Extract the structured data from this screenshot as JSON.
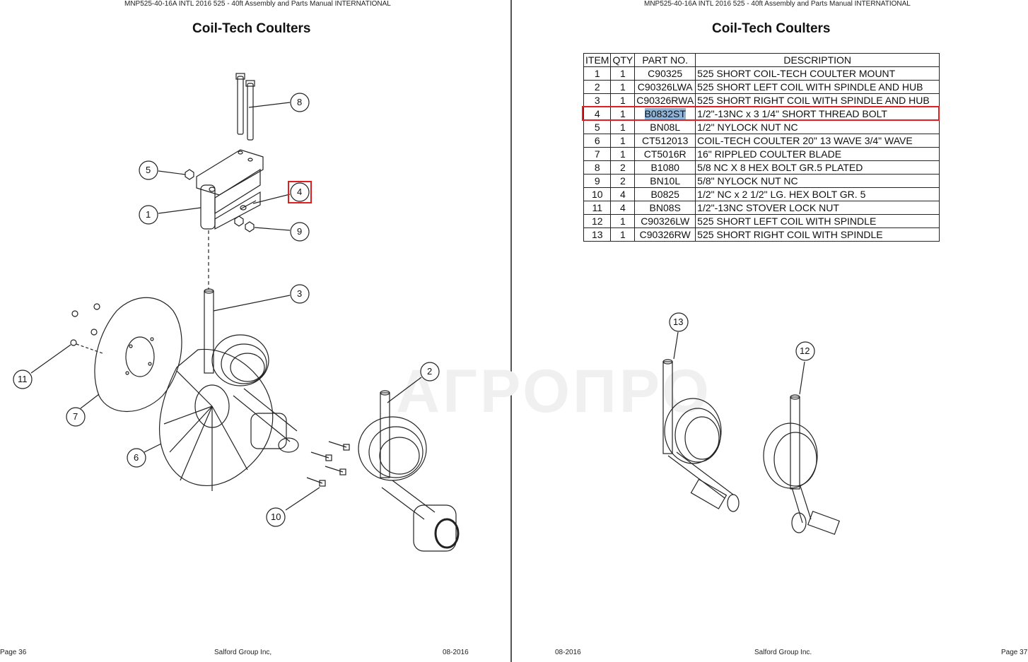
{
  "left_page": {
    "header": "MNP525-40-16A INTL 2016 525 - 40ft Assembly and Parts Manual INTERNATIONAL",
    "title": "Coil-Tech Coulters",
    "footer_page": "Page 36",
    "footer_company": "Salford Group Inc,",
    "footer_date": "08-2016",
    "callouts": [
      "8",
      "5",
      "4",
      "1",
      "9",
      "3",
      "11",
      "7",
      "2",
      "6",
      "10"
    ]
  },
  "right_page": {
    "header": "MNP525-40-16A INTL 2016 525 - 40ft Assembly and Parts Manual INTERNATIONAL",
    "title": "Coil-Tech Coulters",
    "footer_date": "08-2016",
    "footer_company": "Salford Group Inc.",
    "footer_page": "Page 37",
    "callouts": [
      "13",
      "12"
    ],
    "table": {
      "headers": [
        "ITEM",
        "QTY",
        "PART NO.",
        "DESCRIPTION"
      ],
      "rows": [
        [
          "1",
          "1",
          "C90325",
          "525 SHORT COIL-TECH COULTER MOUNT"
        ],
        [
          "2",
          "1",
          "C90326LWA",
          "525 SHORT LEFT COIL WITH SPINDLE AND HUB"
        ],
        [
          "3",
          "1",
          "C90326RWA",
          "525 SHORT RIGHT COIL WITH SPINDLE AND HUB"
        ],
        [
          "4",
          "1",
          "B0832ST",
          "1/2\"-13NC x 3 1/4\"  SHORT THREAD BOLT"
        ],
        [
          "5",
          "1",
          "BN08L",
          "1/2\" NYLOCK NUT NC"
        ],
        [
          "6",
          "1",
          "CT512013",
          "COIL-TECH COULTER 20\" 13 WAVE 3/4\" WAVE"
        ],
        [
          "7",
          "1",
          "CT5016R",
          "16\" RIPPLED COULTER BLADE"
        ],
        [
          "8",
          "2",
          "B1080",
          "5/8 NC X 8 HEX BOLT GR.5 PLATED"
        ],
        [
          "9",
          "2",
          "BN10L",
          "5/8\" NYLOCK NUT NC"
        ],
        [
          "10",
          "4",
          "B0825",
          "1/2\" NC x 2 1/2\" LG. HEX BOLT GR. 5"
        ],
        [
          "11",
          "4",
          "BN08S",
          "1/2\"-13NC STOVER LOCK NUT"
        ],
        [
          "12",
          "1",
          "C90326LW",
          "525 SHORT LEFT COIL WITH SPINDLE"
        ],
        [
          "13",
          "1",
          "C90326RW",
          "525 SHORT RIGHT COIL WITH SPINDLE"
        ]
      ],
      "selected_row": 3
    }
  },
  "watermark": "АГРОПРО",
  "colors": {
    "highlight": "#e02020",
    "selection": "#8fb4d8"
  }
}
